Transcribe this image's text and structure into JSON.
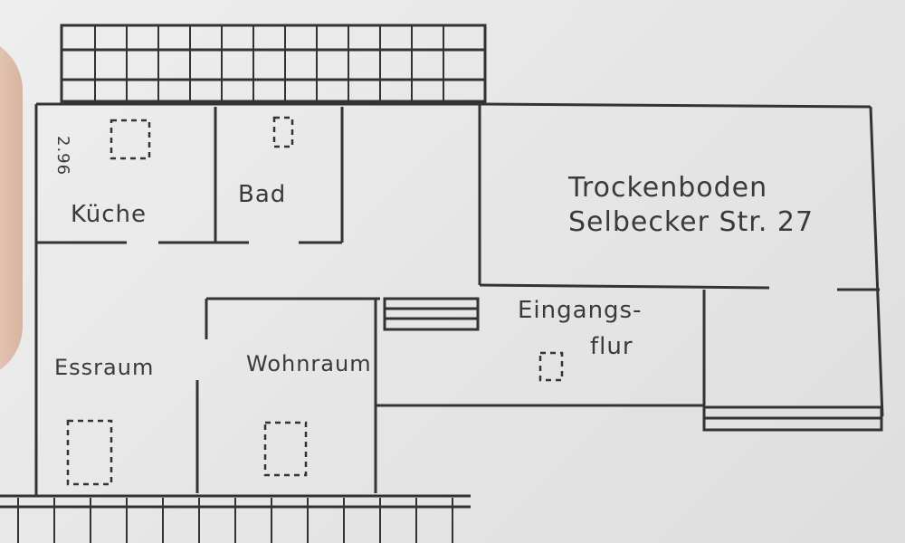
{
  "plan": {
    "title": "Trockenboden",
    "address": "Selbecker Str. 27",
    "dimension": "2.96",
    "rooms": {
      "kueche": "Küche",
      "bad": "Bad",
      "essraum": "Essraum",
      "wohnraum": "Wohnraum",
      "trockenboden_line1": "Trockenboden",
      "trockenboden_line2": "Selbecker Str. 27",
      "eingangsflur_line1": "Eingangs-",
      "eingangsflur_line2": "flur"
    }
  }
}
